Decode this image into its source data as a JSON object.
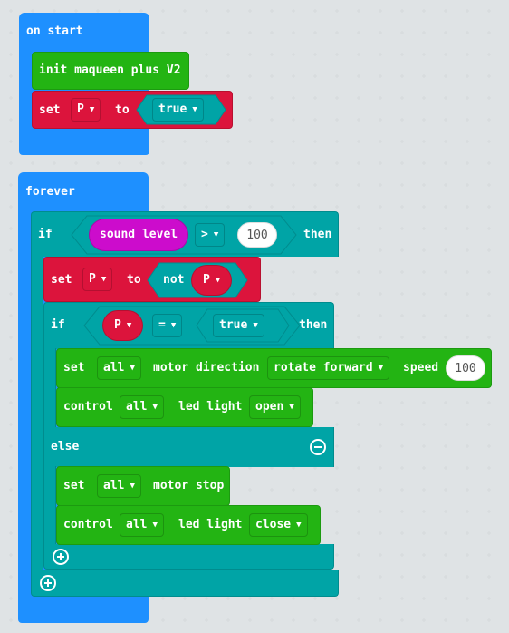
{
  "on_start": {
    "hat_label": "on start",
    "init_label": "init maqueen plus V2",
    "set_label": "set",
    "var_name": "P",
    "to_label": "to",
    "bool_value": "true"
  },
  "forever": {
    "hat_label": "forever",
    "outer_if": {
      "if_label": "if",
      "sensor_label": "sound level",
      "operator": ">",
      "threshold": "100",
      "then_label": "then"
    },
    "toggle": {
      "set_label": "set",
      "var_name": "P",
      "to_label": "to",
      "not_label": "not",
      "not_var": "P"
    },
    "inner_if": {
      "if_label": "if",
      "left_var": "P",
      "operator": "=",
      "right_value": "true",
      "then_label": "then",
      "else_label": "else"
    },
    "motor_dir": {
      "set_label": "set",
      "motor": "all",
      "label": "motor direction",
      "direction": "rotate forward",
      "speed_label": "speed",
      "speed": "100"
    },
    "led_open": {
      "control_label": "control",
      "target": "all",
      "label": "led light",
      "state": "open"
    },
    "motor_stop": {
      "set_label": "set",
      "motor": "all",
      "label": "motor stop"
    },
    "led_close": {
      "control_label": "control",
      "target": "all",
      "label": "led light",
      "state": "close"
    }
  },
  "colors": {
    "background": "#ecf0f1",
    "events_blue": "#1e90ff",
    "extension_green": "#23b413",
    "variables_red": "#dc143c",
    "logic_teal": "#00a4a6",
    "sensor_magenta": "#cc0ccc"
  },
  "icons": {
    "else_collapse": "minus-circle-icon",
    "add_else": "plus-circle-icon",
    "dropdown": "caret-down-icon"
  }
}
